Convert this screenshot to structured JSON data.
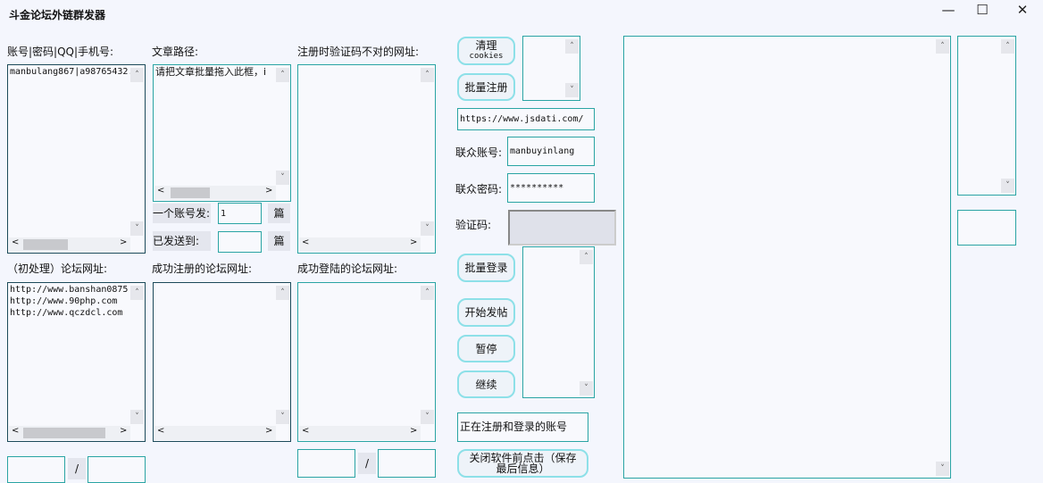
{
  "window": {
    "title": "斗金论坛外链群发器",
    "minimize": "—",
    "maximize": "☐",
    "close": "✕"
  },
  "labels": {
    "accounts": "账号|密码|QQ|手机号:",
    "article_path": "文章路径:",
    "bad_captcha_urls": "注册时验证码不对的网址:",
    "forum_urls": "（初处理）论坛网址:",
    "registered_urls": "成功注册的论坛网址:",
    "logged_in_urls": "成功登陆的论坛网址:",
    "per_account": "一个账号发:",
    "sent_to": "已发送到:",
    "unit": "篇",
    "unit2": "篇",
    "lz_account": "联众账号:",
    "lz_password": "联众密码:",
    "captcha": "验证码:",
    "slash1": "/",
    "slash2": "/"
  },
  "fields": {
    "accounts": "manbulang867|a98765432.",
    "article_path": "请把文章批量拖入此框，i",
    "forum_urls": "http://www.banshan0875\nhttp://www.90php.com\nhttp://www.qczdcl.com",
    "per_account": "1",
    "sent_to": "",
    "captcha_service_url": "https://www.jsdati.com/",
    "lz_account": "manbuyinlang",
    "lz_password": "**********",
    "status_label": "正在注册和登录的账号"
  },
  "buttons": {
    "clear": "清理",
    "clear_sub": "cookies",
    "batch_register": "批量注册",
    "batch_login": "批量登录",
    "start_post": "开始发帖",
    "pause": "暂停",
    "resume": "继续",
    "save_before_close": "关闭软件前点击（保存最后信息）"
  },
  "icons": {
    "up": "˄",
    "down": "˅",
    "left": "<",
    "right": ">"
  }
}
